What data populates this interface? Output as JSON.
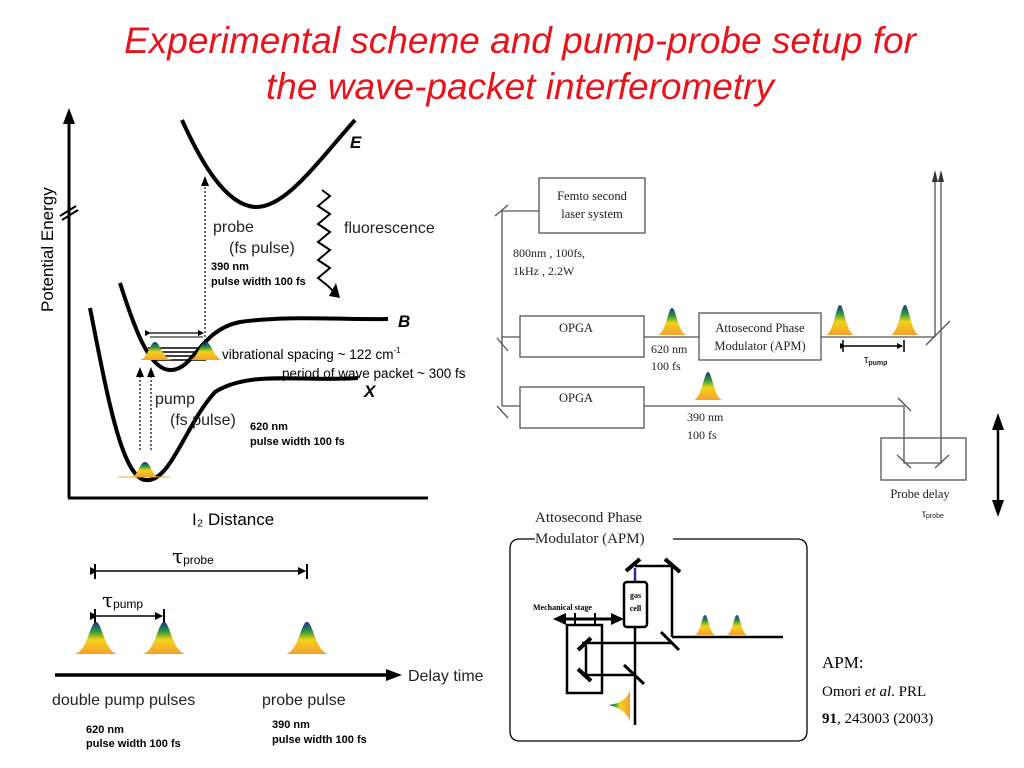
{
  "title": {
    "line1": "Experimental scheme and pump-probe setup for",
    "line2": "the wave-packet interferometry"
  },
  "colors": {
    "title": "#e8141b",
    "line": "#000000",
    "beam": "#666666",
    "pulse_top": "#1a2f8a",
    "pulse_mid": "#2e9a3a",
    "pulse_yellow": "#f2d21a",
    "pulse_base": "#f5a030",
    "gas_cell_link": "#2a2a9a"
  },
  "potential_diagram": {
    "y_axis_label": "Potential Energy",
    "x_axis_label": "I₂ Distance",
    "curve_E_label": "E",
    "curve_B_label": "B",
    "curve_X_label": "X",
    "probe_label_1": "probe",
    "probe_label_2": "(fs pulse)",
    "probe_wavelength": "390 nm",
    "probe_width": "pulse width  100 fs",
    "fluorescence_label": "fluorescence",
    "vib_spacing_label": "vibrational spacing ~ 122 cm",
    "vib_spacing_sup": "-1",
    "period_label": "period of wave packet ~ 300 fs",
    "pump_label_1": "pump",
    "pump_label_2": "(fs pulse)",
    "pump_wavelength": "620 nm",
    "pump_width": "pulse width  100 fs"
  },
  "setup_diagram": {
    "laser_box_line1": "Femto second",
    "laser_box_line2": "laser system",
    "laser_spec_line1": "800nm , 100fs,",
    "laser_spec_line2": "1kHz , 2.2W",
    "opga_top": "OPGA",
    "opga_bottom": "OPGA",
    "pump_beam_wl": "620 nm",
    "pump_beam_width": "100 fs",
    "apm_box_line1": "Attosecond Phase",
    "apm_box_line2": "Modulator (APM)",
    "tau_pump_symbol": "τ",
    "tau_pump_sub": "pump",
    "probe_beam_wl": "390 nm",
    "probe_beam_width": "100 fs",
    "probe_delay_label": "Probe delay",
    "tau_probe_symbol": "τ",
    "tau_probe_sub": "probe"
  },
  "timing_diagram": {
    "tau_probe_symbol": "τ",
    "tau_probe_sub": "probe",
    "tau_pump_symbol": "τ",
    "tau_pump_sub": "pump",
    "axis_label": "Delay time",
    "double_pump_label": "double  pump pulses",
    "probe_pulse_label": "probe pulse",
    "pump_wl": "620 nm",
    "pump_width": "pulse width  100 fs",
    "probe_wl": "390 nm",
    "probe_width": "pulse width  100 fs"
  },
  "apm_detail": {
    "title_line1": "Attosecond Phase",
    "title_line2": "Modulator (APM)",
    "stage_label": "Mechanical stage",
    "gas_cell_line1": "gas",
    "gas_cell_line2": "cell"
  },
  "reference": {
    "line1": "APM:",
    "author": "Omori ",
    "etal": "et al",
    "journal": ". PRL",
    "volume": "91",
    "rest": ", 243003 (2003)"
  }
}
